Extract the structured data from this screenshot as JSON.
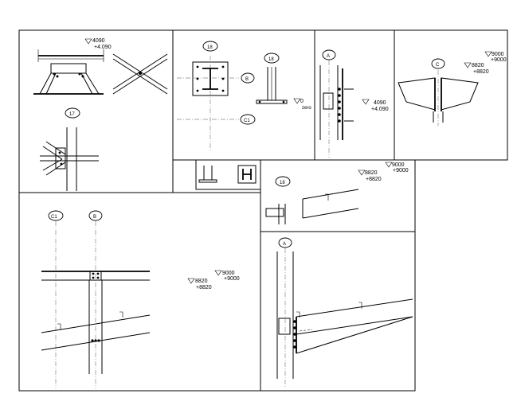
{
  "panels": {
    "p1": {
      "level_top": "4090",
      "level_bot": "+4.090",
      "detail": "17"
    },
    "p2": {
      "tag_plan": "18",
      "tag_side": "18",
      "axis_b": "B",
      "axis_c1": "C1",
      "level_top": "0",
      "level_bot": "zero"
    },
    "p3": {
      "axis": "A",
      "level_top": "4090",
      "level_bot": "+4.090"
    },
    "p4": {
      "axis": "C",
      "level_a_top": "9000",
      "level_a_bot": "+9000",
      "level_b_top": "8820",
      "level_b_bot": "+8820"
    },
    "p5": {
      "tag": "18",
      "level_a_top": "8820",
      "level_a_bot": "+8820",
      "level_b_top": "9000",
      "level_b_bot": "+9000"
    },
    "p6": {
      "axis_c1": "C1",
      "axis_b": "B",
      "level_a_top": "9000",
      "level_a_bot": "+9000",
      "level_b_top": "8820",
      "level_b_bot": "+8820"
    },
    "p7": {
      "axis": "A"
    }
  }
}
